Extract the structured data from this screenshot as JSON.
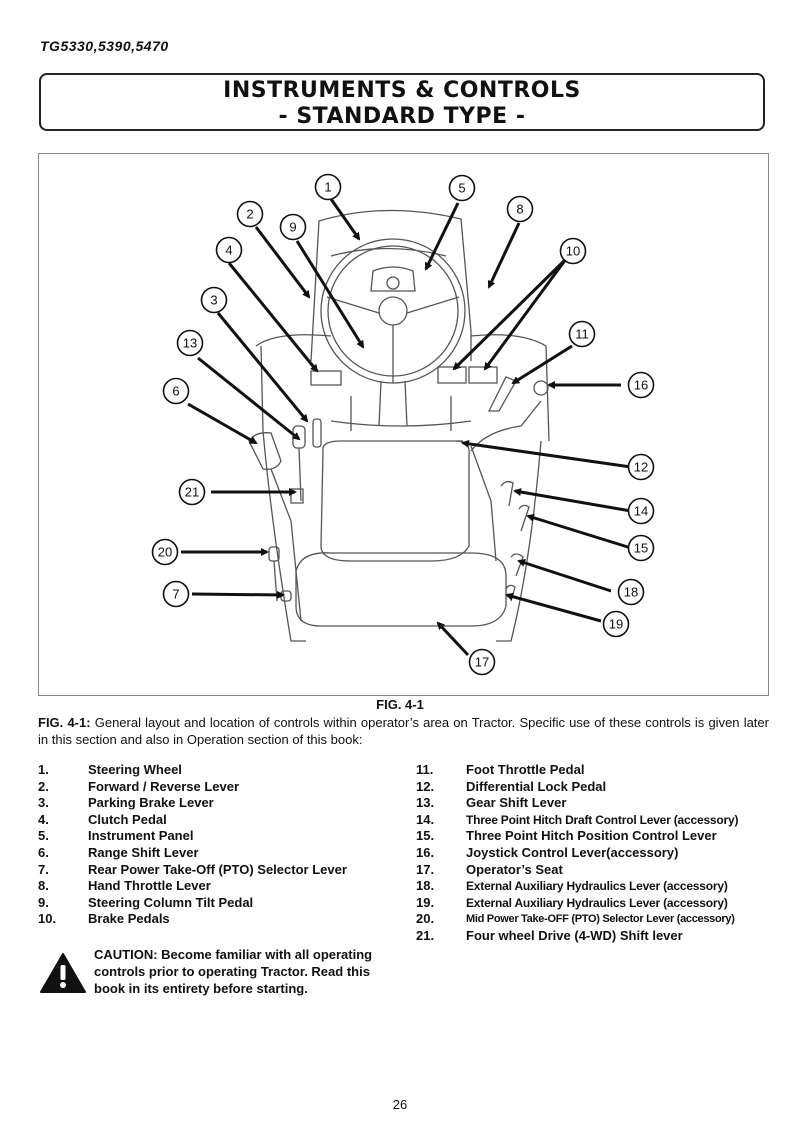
{
  "header": {
    "model": "TG5330,5390,5470"
  },
  "title": {
    "line1": "INSTRUMENTS & CONTROLS",
    "line2": "- STANDARD TYPE -"
  },
  "figure": {
    "callouts": [
      "1",
      "2",
      "3",
      "4",
      "5",
      "6",
      "7",
      "8",
      "9",
      "10",
      "11",
      "12",
      "13",
      "14",
      "15",
      "16",
      "17",
      "18",
      "19",
      "20",
      "21"
    ],
    "label": "FIG. 4-1"
  },
  "caption": {
    "lead": "FIG. 4-1:",
    "text": " General layout and location of controls within operator’s area on Tractor. Specific use of these controls is given later in this section and also in  Operation  section of this book:"
  },
  "legend_left": [
    {
      "num": "1.",
      "text": "Steering Wheel"
    },
    {
      "num": "2.",
      "text": "Forward / Reverse Lever"
    },
    {
      "num": "3.",
      "text": "Parking Brake Lever"
    },
    {
      "num": "4.",
      "text": "Clutch Pedal"
    },
    {
      "num": "5.",
      "text": "Instrument Panel"
    },
    {
      "num": "6.",
      "text": "Range Shift Lever"
    },
    {
      "num": "7.",
      "text": "Rear Power Take-Off (PTO) Selector Lever"
    },
    {
      "num": "8.",
      "text": "Hand Throttle Lever"
    },
    {
      "num": "9.",
      "text": "Steering Column Tilt Pedal"
    },
    {
      "num": "10.",
      "text": "Brake Pedals"
    }
  ],
  "legend_right": [
    {
      "num": "11.",
      "text": "Foot Throttle Pedal"
    },
    {
      "num": "12.",
      "text": "Differential Lock Pedal"
    },
    {
      "num": "13.",
      "text": "Gear Shift Lever"
    },
    {
      "num": "14.",
      "text": "Three Point Hitch Draft Control Lever (accessory)"
    },
    {
      "num": "15.",
      "text": "Three Point Hitch Position Control Lever"
    },
    {
      "num": "16.",
      "text": "Joystick Control Lever(accessory)"
    },
    {
      "num": "17.",
      "text": "Operator’s Seat"
    },
    {
      "num": "18.",
      "text": "External Auxiliary Hydraulics Lever (accessory)"
    },
    {
      "num": "19.",
      "text": "External Auxiliary Hydraulics Lever (accessory)"
    },
    {
      "num": "20.",
      "text": "Mid Power Take-OFF (PTO) Selector Lever (accessory)"
    },
    {
      "num": "21.",
      "text": "Four wheel Drive (4-WD) Shift lever"
    }
  ],
  "caution": {
    "icon": "warning-triangle-icon",
    "text": "CAUTION: Become familiar with all operating controls prior to operating Tractor. Read this book in its entirety before starting."
  },
  "footer": {
    "page": "26"
  }
}
